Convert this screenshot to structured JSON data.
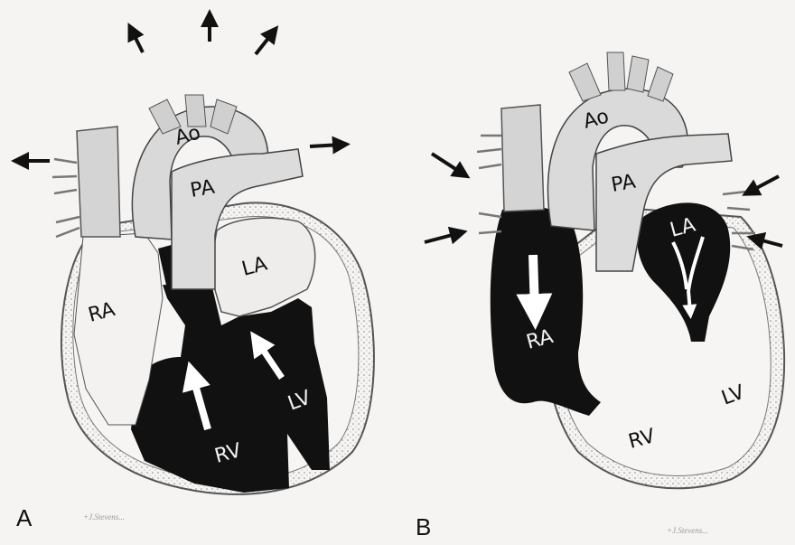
{
  "panels": [
    {
      "letter": "A",
      "labels": {
        "ao": "Ao",
        "pa": "PA",
        "la": "LA",
        "ra": "RA",
        "lv": "LV",
        "rv": "RV"
      },
      "signature": "+J.Stevens..."
    },
    {
      "letter": "B",
      "labels": {
        "ao": "Ao",
        "pa": "PA",
        "la": "LA",
        "ra": "RA",
        "lv": "LV",
        "rv": "RV"
      },
      "signature": "+J.Stevens..."
    }
  ],
  "colors": {
    "ink": "#111111",
    "paper": "#f6f4f2",
    "vessel": "#d9d9d9",
    "wall": "#bdbdbd"
  }
}
